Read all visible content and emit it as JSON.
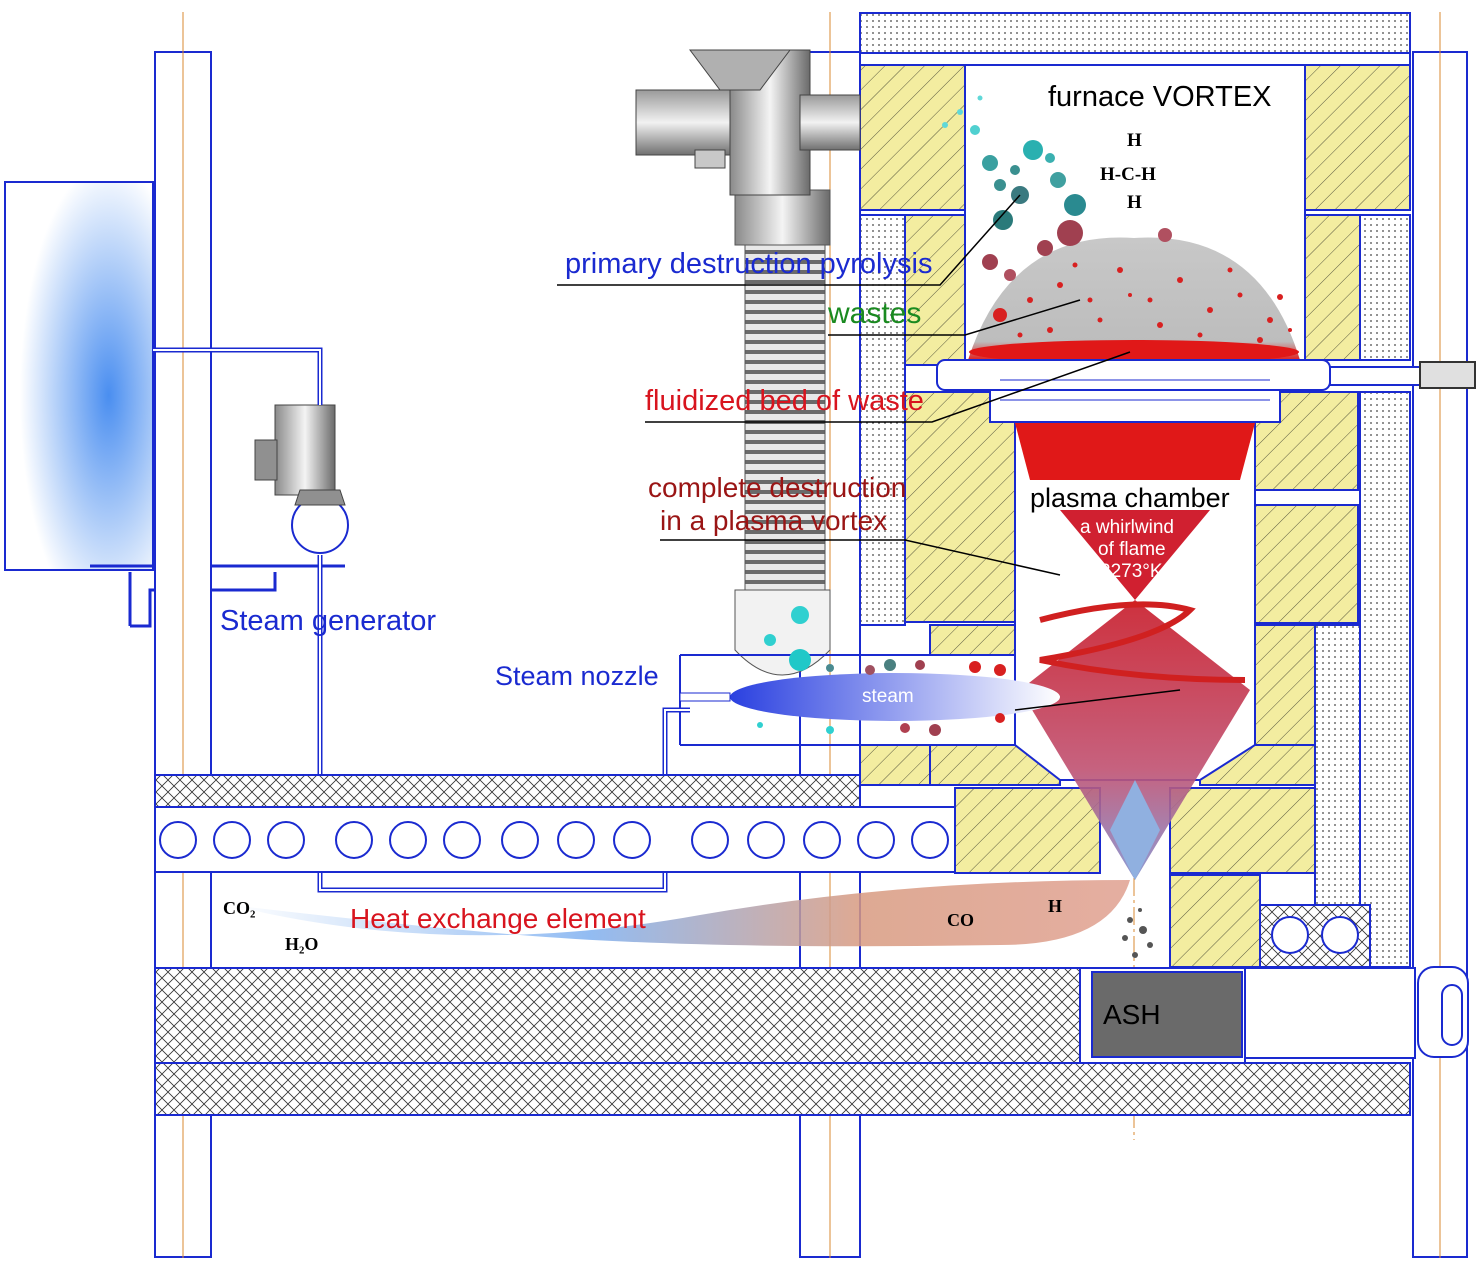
{
  "labels": {
    "furnace_vortex": "furnace VORTEX",
    "primary_destruction": "primary destruction pyrolysis",
    "wastes": "wastes",
    "fluidized_bed": "fluidized bed of waste",
    "complete_destruction_1": "complete destruction",
    "complete_destruction_2": "in a plasma vortex",
    "plasma_chamber": "plasma chamber",
    "whirlwind_1": "a whirlwind",
    "whirlwind_2": "of flame",
    "whirlwind_3": "2273°K",
    "steam_generator": "Steam generator",
    "steam_nozzle": "Steam nozzle",
    "steam": "steam",
    "heat_exchange": "Heat exchange element",
    "ash": "ASH"
  },
  "chemistry": {
    "methane_top": "H",
    "methane_mid": "H-C-H",
    "methane_bottom": "H",
    "co2": "CO₂",
    "h2o": "H₂O",
    "co": "CO",
    "h": "H"
  },
  "colors": {
    "line": "#1a2ad0",
    "centerline": "#d98a30",
    "insulation": "#f3eda0",
    "label_blue": "#1a2ad0",
    "label_red": "#d8141e",
    "label_dark_red": "#9a1515",
    "label_green": "#1a8a20",
    "ash": "#6a6a6a"
  }
}
